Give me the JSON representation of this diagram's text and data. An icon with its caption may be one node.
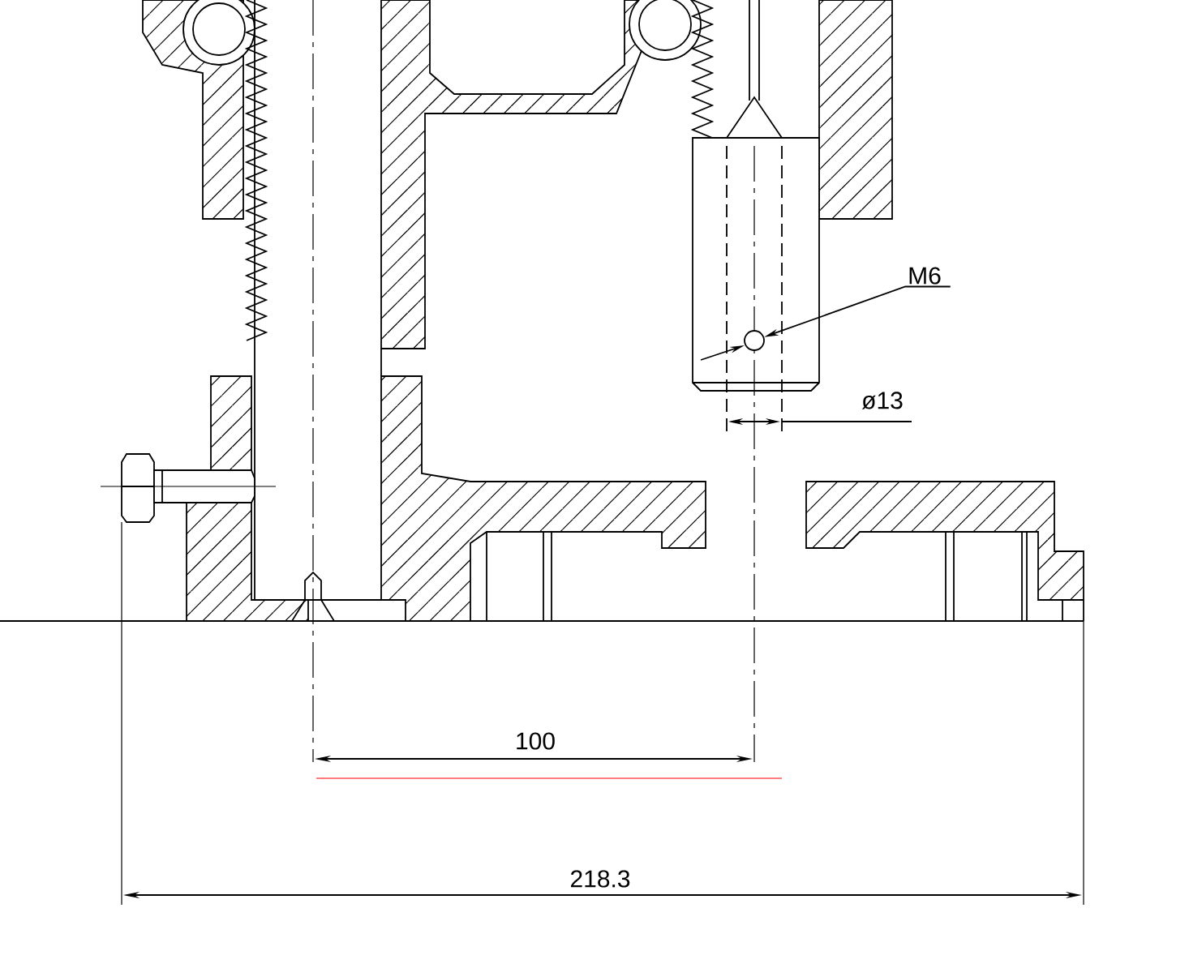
{
  "diagram": {
    "nodes": [
      {
        "text": [
          "M6"
        ]
      },
      {
        "text": [],
        "shape": "circle"
      }
    ],
    "edges": [
      {
        "from": 0,
        "to": 1,
        "arrow": "to"
      }
    ],
    "labels": [
      "ø13",
      "100",
      "218.3"
    ]
  }
}
